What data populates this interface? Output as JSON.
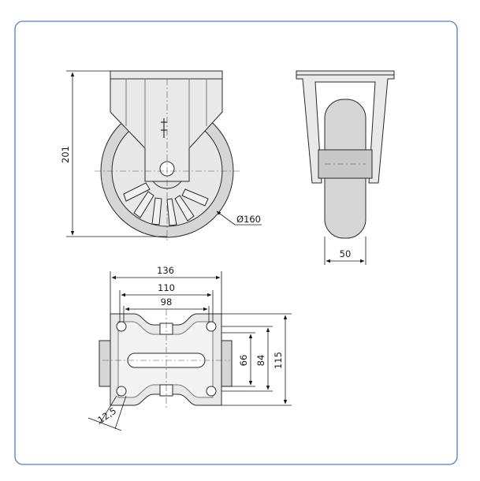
{
  "colors": {
    "frame_border": "#4d7fc4",
    "outline": "#2a2a2a",
    "fill_light": "#e9e9e9",
    "fill_mid": "#d4d4d4",
    "fill_dark": "#bdbdbd",
    "center_line": "#555555"
  },
  "dimensions": {
    "total_height": "201",
    "wheel_diameter": "Ø160",
    "wheel_width": "50",
    "plate_width": "136",
    "hole_spacing_outer_x": "110",
    "hole_spacing_inner_x": "98",
    "hole_spacing_inner_y": "66",
    "hole_spacing_outer_y": "84",
    "plate_length": "115",
    "hole_diameter": "12,5"
  }
}
